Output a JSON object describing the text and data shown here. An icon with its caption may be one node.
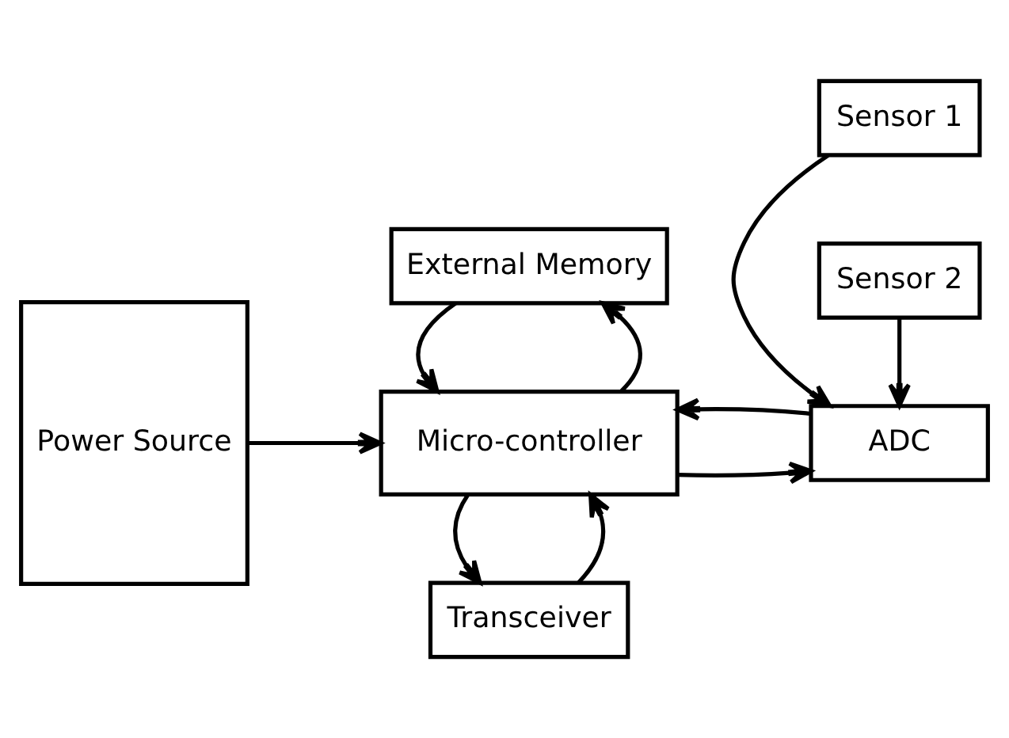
{
  "diagram": {
    "nodes": [
      {
        "text": [
          "Power Source"
        ]
      },
      {
        "text": [
          "Transceiver"
        ]
      },
      {
        "text": [
          "Micro-controller"
        ]
      },
      {
        "text": [
          "External Memory"
        ]
      },
      {
        "text": [
          "Sensor 1"
        ]
      },
      {
        "text": [
          "ADC"
        ]
      },
      {
        "text": [
          "Sensor 2"
        ]
      }
    ],
    "edges": [
      {
        "from": 0,
        "to": 2,
        "arrow": "to"
      },
      {
        "from": 1,
        "to": 2,
        "arrow": "to"
      },
      {
        "from": 2,
        "to": 1,
        "arrow": "to"
      },
      {
        "from": 2,
        "to": 5,
        "arrow": "to"
      },
      {
        "from": 5,
        "to": 2,
        "arrow": "to"
      },
      {
        "from": 2,
        "to": 3,
        "arrow": "to"
      },
      {
        "from": 3,
        "to": 2,
        "arrow": "to"
      },
      {
        "from": 4,
        "to": 5,
        "arrow": "to"
      },
      {
        "from": 6,
        "to": 5,
        "arrow": "to"
      }
    ]
  }
}
